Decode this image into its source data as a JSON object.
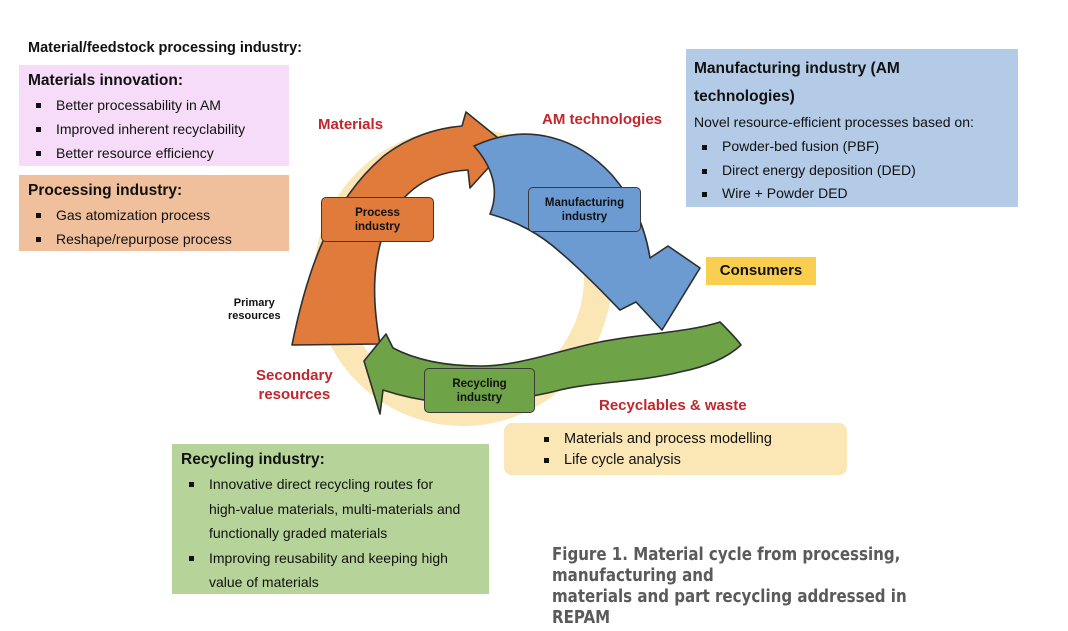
{
  "top_heading": "Material/feedstock processing industry:",
  "materials_innovation": {
    "title": "Materials innovation:",
    "items": [
      "Better processability in AM",
      "Improved inherent recyclability",
      "Better resource efficiency"
    ]
  },
  "processing_industry": {
    "title": "Processing industry:",
    "items": [
      "Gas atomization process",
      "Reshape/repurpose process"
    ]
  },
  "manufacturing_industry": {
    "title_line1": "Manufacturing industry (AM",
    "title_line2": "technologies)",
    "subtitle": "Novel resource-efficient processes based on:",
    "items": [
      "Powder-bed fusion (PBF)",
      "Direct energy deposition (DED)",
      "Wire + Powder DED"
    ]
  },
  "recycling_industry": {
    "title": "Recycling industry:",
    "item1_lines": [
      "Innovative direct recycling routes for",
      "high-value materials, multi-materials and",
      "functionally graded materials"
    ],
    "item2_lines": [
      "Improving reusability and keeping high",
      "value of materials"
    ]
  },
  "modelling": {
    "items": [
      "Materials and process modelling",
      "Life cycle analysis"
    ]
  },
  "cycle": {
    "label_materials": "Materials",
    "label_am": "AM technologies",
    "label_secondary_line1": "Secondary",
    "label_secondary_line2": "resources",
    "label_recyclables": "Recyclables & waste",
    "label_primary_line1": "Primary",
    "label_primary_line2": "resources",
    "consumers": "Consumers",
    "box_process_line1": "Process",
    "box_process_line2": "industry",
    "box_manuf_line1": "Manufacturing",
    "box_manuf_line2": "industry",
    "box_recyc_line1": "Recycling",
    "box_recyc_line2": "industry"
  },
  "caption": {
    "line1": "Figure 1. Material cycle from processing, manufacturing and",
    "line2": "materials and part recycling addressed in REPAM"
  },
  "colors": {
    "ring": "#fbe6b5",
    "orange_arrow": "#e07b3c",
    "blue_arrow": "#6c9bd2",
    "green_arrow": "#6ea348",
    "red_label": "#c0272d"
  }
}
